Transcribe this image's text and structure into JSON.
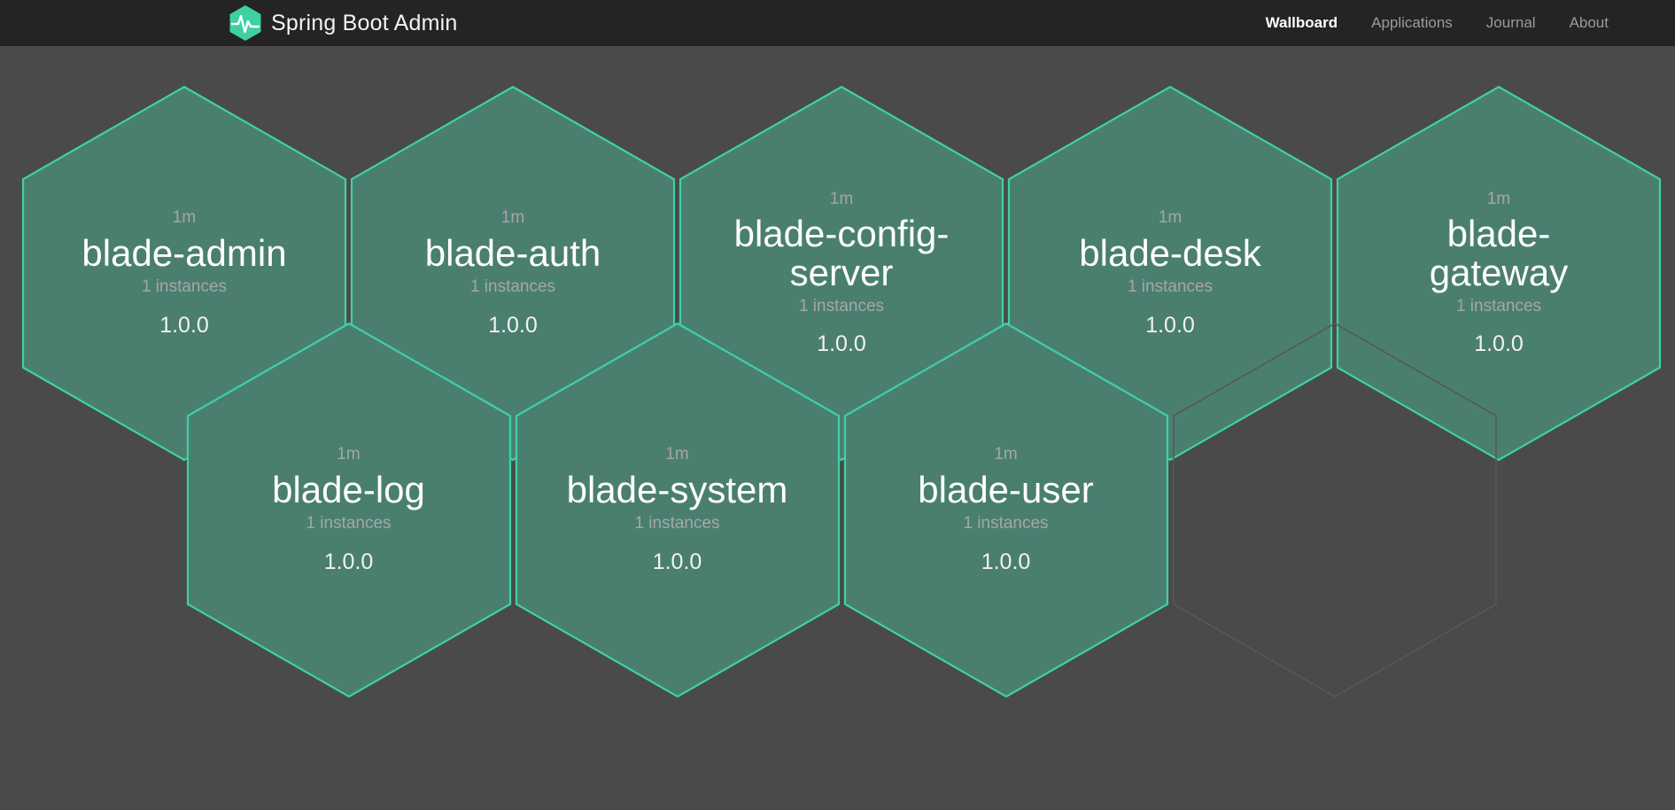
{
  "app": {
    "brand_label": "Spring Boot Admin",
    "logo_icon": "heartbeat-hexagon-icon",
    "accent_color": "#3fd1a3",
    "hex_fill_color": "#4a7f70",
    "background_color": "#4a4a4a",
    "navbar_color": "#242424"
  },
  "nav": {
    "items": [
      {
        "label": "Wallboard",
        "active": true
      },
      {
        "label": "Applications",
        "active": false
      },
      {
        "label": "Journal",
        "active": false
      },
      {
        "label": "About",
        "active": false
      }
    ]
  },
  "wallboard": {
    "applications": [
      {
        "status": "1m",
        "name": "blade-admin",
        "instances": "1 instances",
        "version": "1.0.0"
      },
      {
        "status": "1m",
        "name": "blade-auth",
        "instances": "1 instances",
        "version": "1.0.0"
      },
      {
        "status": "1m",
        "name": "blade-config-server",
        "instances": "1 instances",
        "version": "1.0.0"
      },
      {
        "status": "1m",
        "name": "blade-desk",
        "instances": "1 instances",
        "version": "1.0.0"
      },
      {
        "status": "1m",
        "name": "blade-gateway",
        "instances": "1 instances",
        "version": "1.0.0"
      },
      {
        "status": "1m",
        "name": "blade-log",
        "instances": "1 instances",
        "version": "1.0.0"
      },
      {
        "status": "1m",
        "name": "blade-system",
        "instances": "1 instances",
        "version": "1.0.0"
      },
      {
        "status": "1m",
        "name": "blade-user",
        "instances": "1 instances",
        "version": "1.0.0"
      }
    ],
    "placeholder_count": 1
  }
}
